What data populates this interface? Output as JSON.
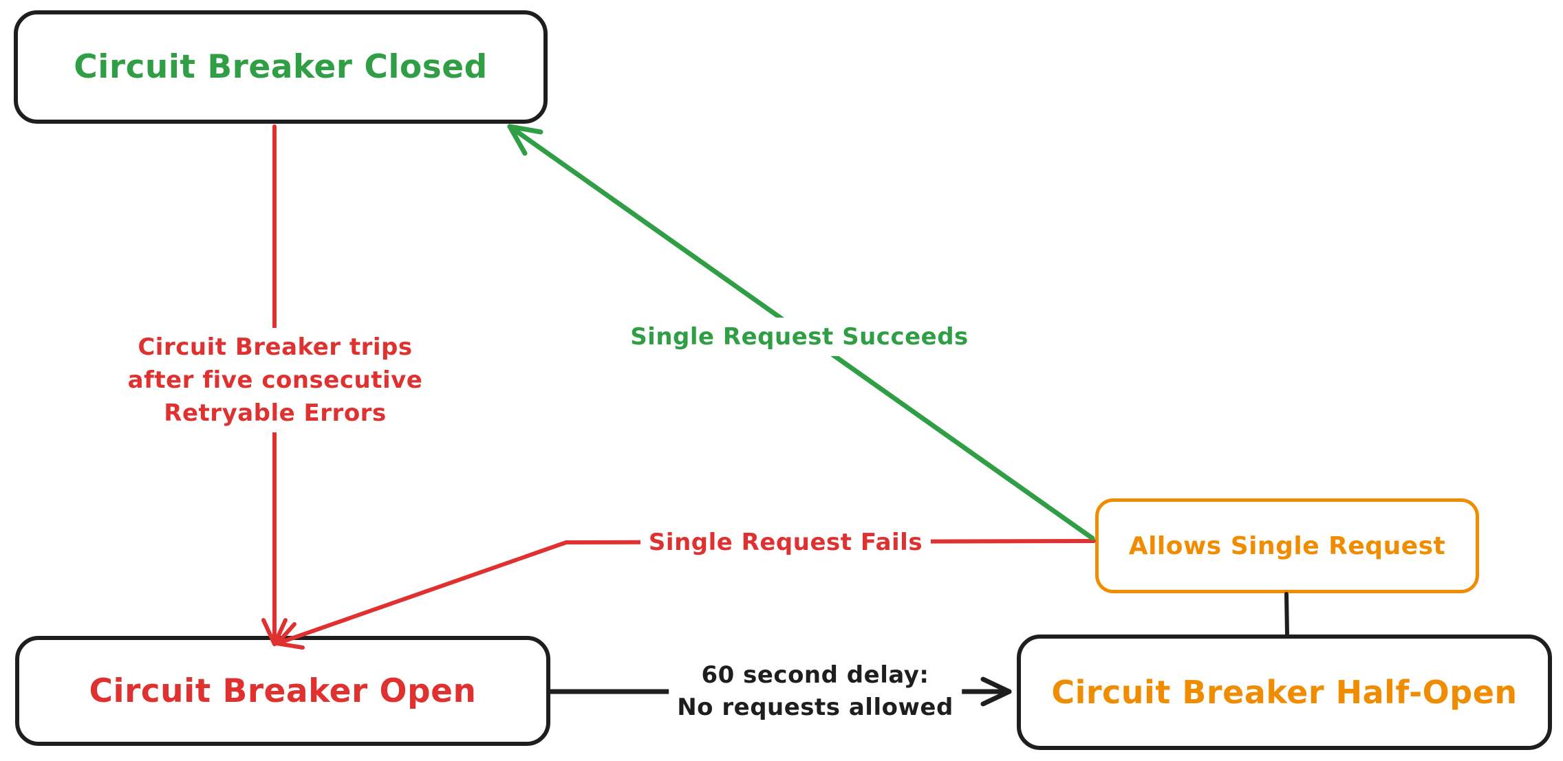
{
  "palette": {
    "ink": "#1e1e1e",
    "red": "#e03131",
    "green": "#2f9e44",
    "orange": "#f08c00",
    "background": "#ffffff"
  },
  "diagram": {
    "nodes": {
      "closed": {
        "label": "Circuit Breaker Closed",
        "text_color": "#2f9e44",
        "border_color": "#1e1e1e"
      },
      "open": {
        "label": "Circuit Breaker Open",
        "text_color": "#e03131",
        "border_color": "#1e1e1e"
      },
      "half_open": {
        "label": "Circuit Breaker Half-Open",
        "text_color": "#f08c00",
        "border_color": "#1e1e1e"
      },
      "allows": {
        "label": "Allows Single Request",
        "text_color": "#f08c00",
        "border_color": "#f08c00"
      }
    },
    "edges": {
      "trips": {
        "from": "closed",
        "to": "open",
        "color": "#e03131",
        "label_lines": [
          "Circuit Breaker trips",
          "after five consecutive",
          "Retryable Errors"
        ]
      },
      "succeeds": {
        "from": "allows",
        "to": "closed",
        "color": "#2f9e44",
        "label": "Single Request Succeeds"
      },
      "fails": {
        "from": "allows",
        "to": "open",
        "color": "#e03131",
        "label": "Single Request Fails"
      },
      "delay": {
        "from": "open",
        "to": "half_open",
        "color": "#1e1e1e",
        "label_lines": [
          "60 second delay:",
          "No requests allowed"
        ]
      },
      "connector": {
        "from": "half_open",
        "to": "allows",
        "color": "#1e1e1e"
      }
    }
  }
}
